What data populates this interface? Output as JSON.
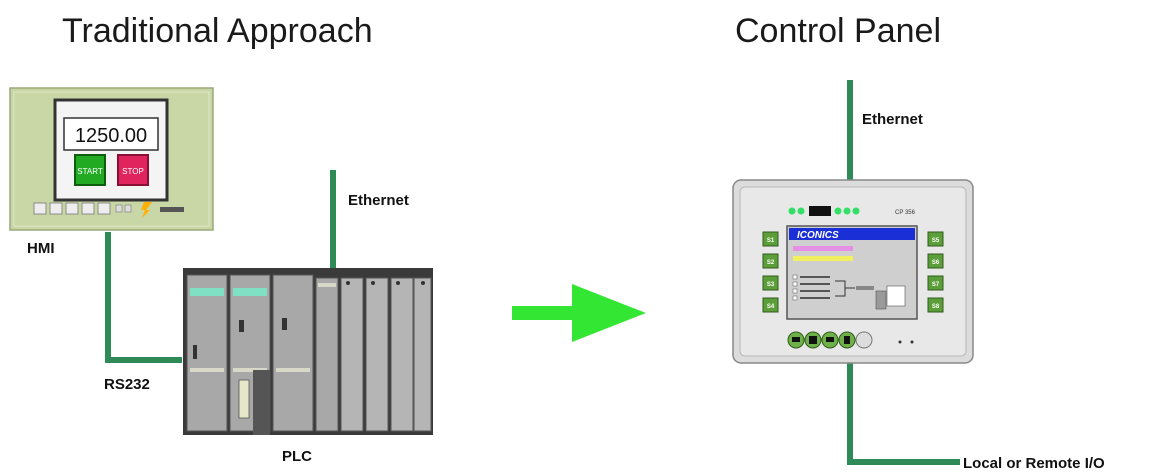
{
  "titles": {
    "left": "Traditional Approach",
    "right": "Control Panel"
  },
  "labels": {
    "hmi": "HMI",
    "rs232": "RS232",
    "plc": "PLC",
    "ethernet_left": "Ethernet",
    "ethernet_right": "Ethernet",
    "local_remote_io": "Local or Remote I/O"
  },
  "hmi_device": {
    "display_value": "1250.00",
    "start_label": "START",
    "stop_label": "STOP"
  },
  "control_panel_device": {
    "brand": "ICONICS",
    "model": "CP 356",
    "soft_keys_left": [
      "S1",
      "S2",
      "S3",
      "S4"
    ],
    "soft_keys_right": [
      "S5",
      "S6",
      "S7",
      "S8"
    ]
  },
  "colors": {
    "connection_line": "#2e8b57",
    "arrow": "#33e633",
    "hmi_bezel": "#c9d6a6",
    "start_button": "#22aa22",
    "stop_button": "#e0245e",
    "brand_bar": "#1b2fd6"
  }
}
